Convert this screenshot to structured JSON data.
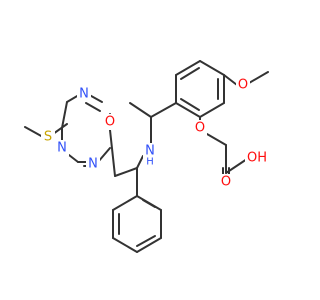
{
  "atom_labels": {
    "ome_o": "O",
    "ether_o": "O",
    "carbonyl_o": "O",
    "hydroxyl": "OH",
    "ring_o": "O",
    "amine_n": "N",
    "amine_h": "H",
    "triazine_n1": "N",
    "triazine_n2": "N",
    "triazine_n3": "N",
    "thio_s": "S"
  },
  "colors": {
    "bond": "#333333",
    "oxygen": "#ff0d0d",
    "nitrogen": "#3050f8",
    "sulfur": "#c8a400",
    "carbon": "#333333"
  }
}
